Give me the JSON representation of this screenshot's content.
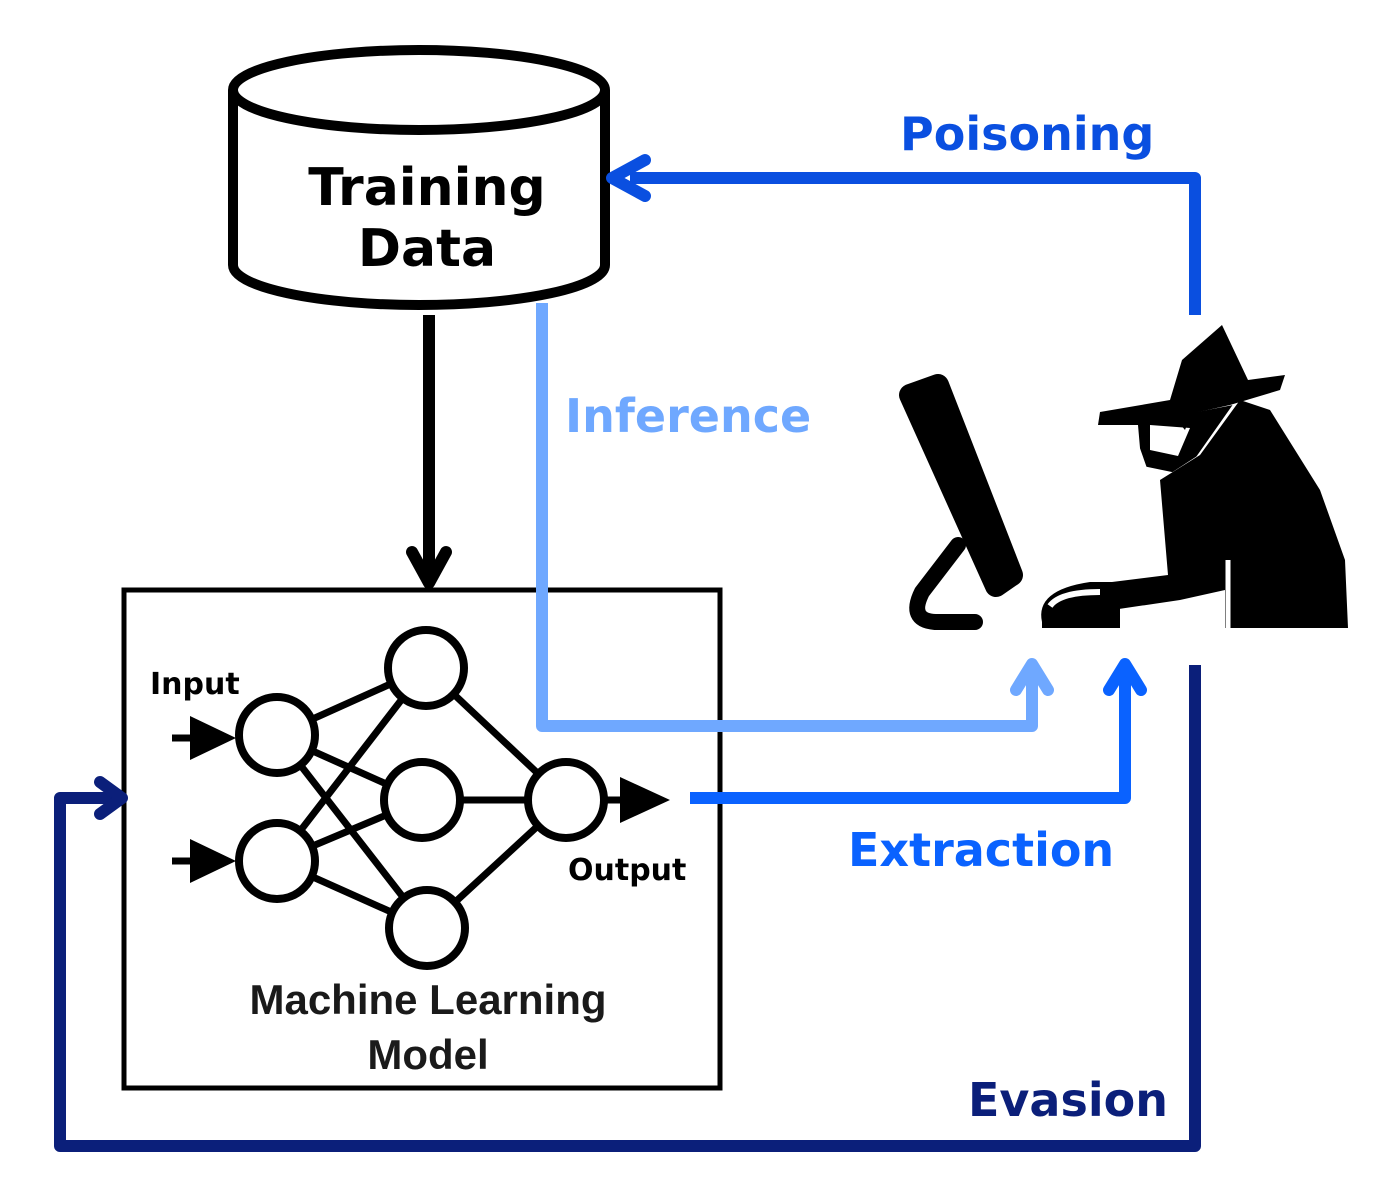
{
  "database": {
    "line1": "Training",
    "line2": "Data"
  },
  "model": {
    "input_label": "Input",
    "output_label": "Output",
    "title_line1": "Machine Learning",
    "title_line2": "Model"
  },
  "attacks": {
    "poisoning": {
      "label": "Poisoning",
      "color": "#0a4fe0"
    },
    "inference": {
      "label": "Inference",
      "color": "#6fa8ff"
    },
    "extraction": {
      "label": "Extraction",
      "color": "#0a62ff"
    },
    "evasion": {
      "label": "Evasion",
      "color": "#0b1f7a"
    }
  },
  "attacker": {
    "icon": "hacker-at-computer-icon"
  }
}
